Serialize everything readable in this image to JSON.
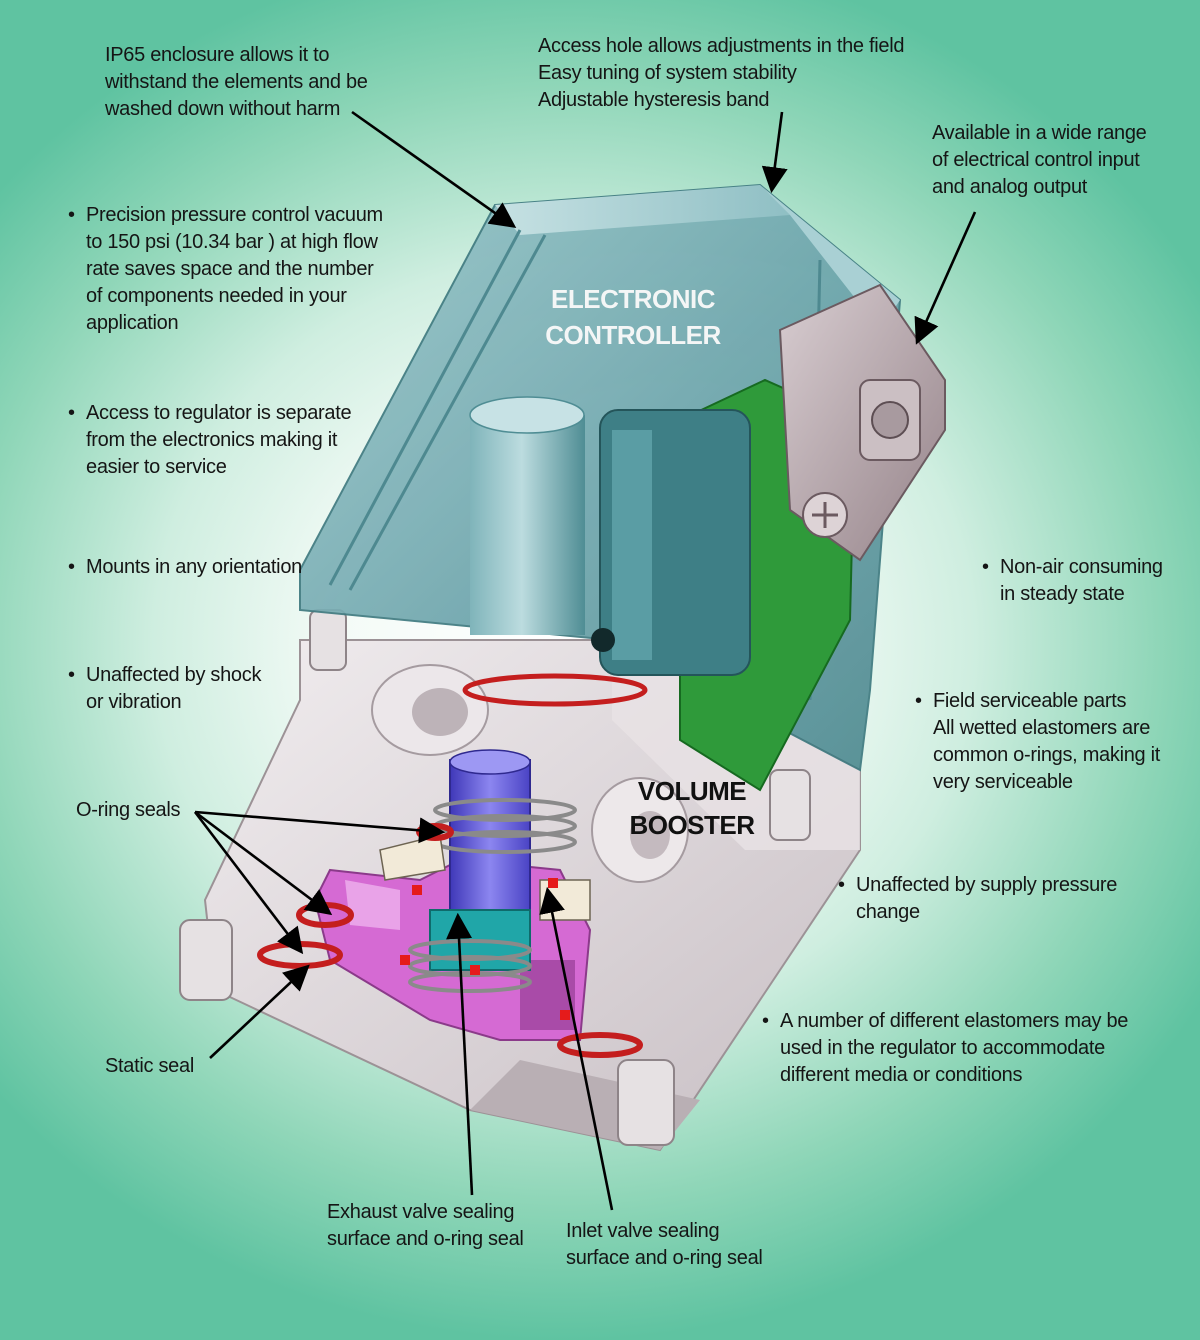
{
  "callouts": [
    {
      "key": "ip65",
      "bullet": false,
      "lines": [
        "IP65 enclosure allows it to",
        "withstand the elements and be",
        "washed down without harm"
      ]
    },
    {
      "key": "access_hole",
      "bullet": false,
      "lines": [
        "Access hole allows adjustments in the field",
        "Easy tuning of system stability",
        "Adjustable hysteresis band"
      ]
    },
    {
      "key": "electrical",
      "bullet": false,
      "lines": [
        "Available in a wide range",
        "of electrical control input",
        "and analog output"
      ]
    },
    {
      "key": "precision",
      "bullet": true,
      "lines": [
        "Precision pressure control vacuum",
        "to 150 psi (10.34 bar ) at high flow",
        "rate saves space and the number",
        "of components needed in your",
        "application"
      ]
    },
    {
      "key": "access_regulator",
      "bullet": true,
      "lines": [
        "Access to regulator is separate",
        "from the electronics making it",
        "easier to service"
      ]
    },
    {
      "key": "mounts",
      "bullet": true,
      "lines": [
        "Mounts in any orientation"
      ]
    },
    {
      "key": "shock",
      "bullet": true,
      "lines": [
        "Unaffected by shock",
        "or vibration"
      ]
    },
    {
      "key": "non_air",
      "bullet": true,
      "lines": [
        "Non-air consuming",
        "in steady state"
      ]
    },
    {
      "key": "field",
      "bullet": true,
      "lines": [
        "Field serviceable parts",
        "All wetted elastomers are",
        "common o-rings, making it",
        "very serviceable"
      ]
    },
    {
      "key": "supply",
      "bullet": true,
      "lines": [
        "Unaffected by supply pressure",
        "change"
      ]
    },
    {
      "key": "elastomers",
      "bullet": true,
      "lines": [
        "A number of different elastomers may be",
        "used in the regulator to accommodate",
        "different media or conditions"
      ]
    },
    {
      "key": "oring",
      "bullet": false,
      "lines": [
        "O-ring seals"
      ]
    },
    {
      "key": "static",
      "bullet": false,
      "lines": [
        "Static seal"
      ]
    },
    {
      "key": "exhaust",
      "bullet": false,
      "lines": [
        "Exhaust valve sealing",
        "surface and o-ring seal"
      ]
    },
    {
      "key": "inlet",
      "bullet": false,
      "lines": [
        "Inlet valve sealing",
        "surface and o-ring seal"
      ]
    }
  ],
  "parts": {
    "controller_lines": [
      "ELECTRONIC",
      "CONTROLLER"
    ],
    "booster_lines": [
      "VOLUME",
      "BOOSTER"
    ]
  },
  "colors": {
    "enclosure": "#6fa6ad",
    "booster_body": "#d9d2d6",
    "circuit_board": "#2f9a3a",
    "manifold": "#d56ad3",
    "piston": "#6a63d8",
    "seal": "#c41e1e",
    "connector": "#b8a8ad"
  }
}
